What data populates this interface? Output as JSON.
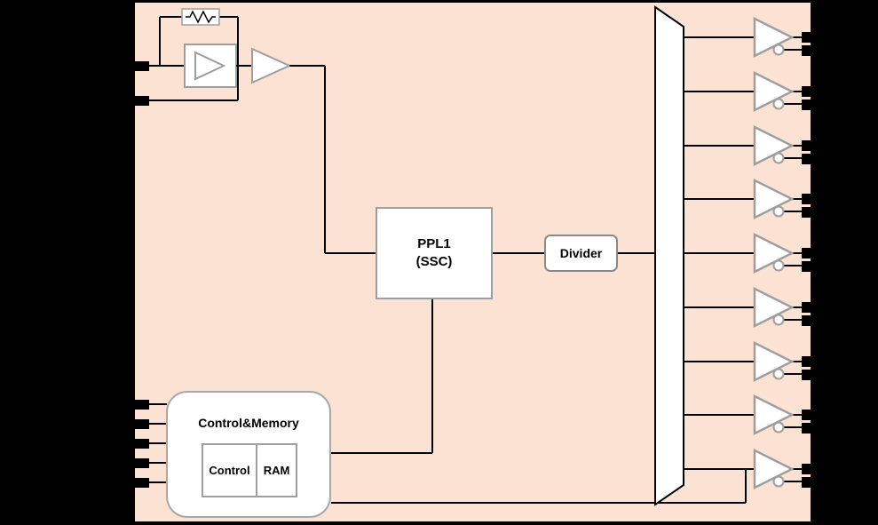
{
  "chip": {
    "bg_color": "#fbe2d3",
    "border_color": "#000000"
  },
  "colors": {
    "wire": "#000000",
    "box_border": "#9e9e9e",
    "box_fill": "#ffffff",
    "pin_pad": "#000000"
  },
  "pll": {
    "line1": "PPL1",
    "line2": "(SSC)"
  },
  "divider": {
    "label": "Divider"
  },
  "control_memory": {
    "title": "Control&Memory",
    "control_label": "Control",
    "ram_label": "RAM"
  },
  "outputs": {
    "buffer_count": 9,
    "pins_per_buffer": 2
  },
  "left_pins": {
    "count": 5
  }
}
